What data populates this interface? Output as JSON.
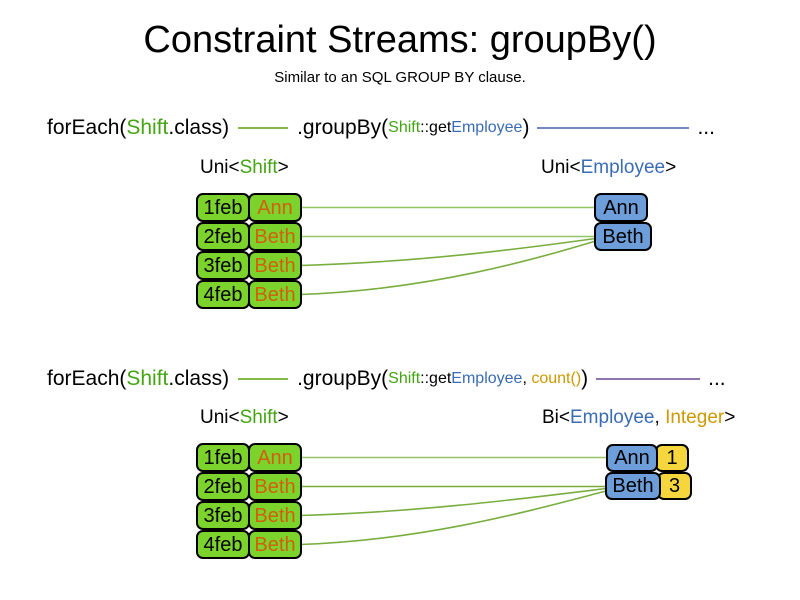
{
  "title": "Constraint Streams: groupBy()",
  "subtitle": "Similar to an SQL GROUP BY clause.",
  "colors": {
    "box_green": "#7CD32B",
    "box_blue": "#6D9ED9",
    "box_yellow": "#F5D73D",
    "code_green": "#44A413",
    "code_blue": "#3A6CB4",
    "code_gold": "#CC9900",
    "employee_orange": "#D35F0E",
    "line_green_light": "#94C663",
    "line_green_dark": "#79AE3F",
    "line_blue": "#7089B9",
    "line_purple": "#8E76AC"
  },
  "sections": [
    {
      "code": {
        "call_open": "forEach(",
        "call_arg": "Shift",
        "call_close": ".class)",
        "chain_open": ".groupBy(",
        "arg_class": "Shift",
        "arg_method": "::get",
        "arg_type": "Employee",
        "chain_close": ")",
        "ellipsis": "..."
      },
      "source_label": {
        "open": "Uni<",
        "type": "Shift",
        "close": ">"
      },
      "result_label": {
        "open": "Uni<",
        "type": "Employee",
        "close": ">"
      },
      "shifts": [
        {
          "date": "1feb",
          "employee": "Ann"
        },
        {
          "date": "2feb",
          "employee": "Beth"
        },
        {
          "date": "3feb",
          "employee": "Beth"
        },
        {
          "date": "4feb",
          "employee": "Beth"
        }
      ],
      "groups": [
        {
          "key": "Ann"
        },
        {
          "key": "Beth"
        }
      ]
    },
    {
      "code": {
        "call_open": "forEach(",
        "call_arg": "Shift",
        "call_close": ".class)",
        "chain_open": ".groupBy(",
        "arg_class": "Shift",
        "arg_method": "::get",
        "arg_type": "Employee",
        "arg_sep": ", ",
        "arg_collector": "count()",
        "chain_close": ")",
        "ellipsis": "..."
      },
      "source_label": {
        "open": "Uni<",
        "type": "Shift",
        "close": ">"
      },
      "result_label": {
        "open": "Bi<",
        "type": "Employee",
        "sep": ", ",
        "type2": "Integer",
        "close": ">"
      },
      "shifts": [
        {
          "date": "1feb",
          "employee": "Ann"
        },
        {
          "date": "2feb",
          "employee": "Beth"
        },
        {
          "date": "3feb",
          "employee": "Beth"
        },
        {
          "date": "4feb",
          "employee": "Beth"
        }
      ],
      "groups": [
        {
          "key": "Ann",
          "count": "1"
        },
        {
          "key": "Beth",
          "count": "3"
        }
      ]
    }
  ]
}
